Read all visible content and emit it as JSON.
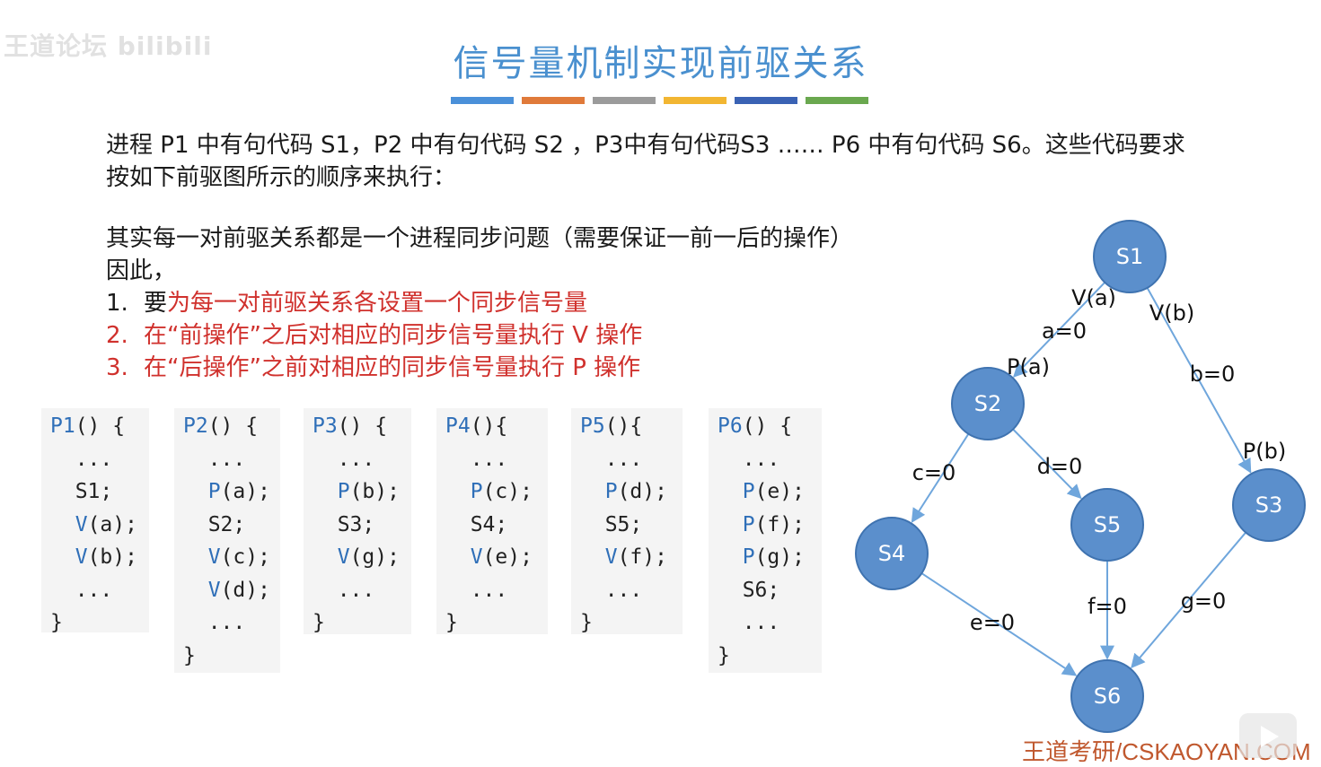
{
  "watermark_tl": "王道论坛 bilibili",
  "title": "信号量机制实现前驱关系",
  "title_bar_colors": [
    "#4a90d9",
    "#e07a3a",
    "#9b9b9b",
    "#f2b632",
    "#3a62b4",
    "#6aa84f"
  ],
  "intro": {
    "line1": "进程 P1 中有句代码 S1，P2 中有句代码 S2 ，P3中有句代码S3 …… P6 中有句代码 S6。这些代码要求",
    "line2": "按如下前驱图所示的顺序来执行："
  },
  "explain": {
    "line1": "其实每一对前驱关系都是一个进程同步问题（需要保证一前一后的操作）",
    "line2": "因此，"
  },
  "steps": [
    {
      "num": "1.",
      "prefix": "要",
      "text": "为每一对前驱关系各设置一个同步信号量"
    },
    {
      "num": "2.",
      "prefix": "",
      "text": "在“前操作”之后对相应的同步信号量执行 V 操作"
    },
    {
      "num": "3.",
      "prefix": "",
      "text": "在“后操作”之前对相应的同步信号量执行 P 操作"
    }
  ],
  "code_blocks": [
    {
      "name": "P1",
      "lines": [
        {
          "text": "P1() {",
          "blue": "P1"
        },
        {
          "text": "  ...",
          "blue": ""
        },
        {
          "text": "  S1;",
          "blue": ""
        },
        {
          "text": "  V(a);",
          "blue": "V"
        },
        {
          "text": "  V(b);",
          "blue": "V"
        },
        {
          "text": "  ...",
          "blue": ""
        },
        {
          "text": "}",
          "blue": ""
        }
      ]
    },
    {
      "name": "P2",
      "lines": [
        {
          "text": "P2() {",
          "blue": "P2"
        },
        {
          "text": "  ...",
          "blue": ""
        },
        {
          "text": "  P(a);",
          "blue": "P"
        },
        {
          "text": "  S2;",
          "blue": ""
        },
        {
          "text": "  V(c);",
          "blue": "V"
        },
        {
          "text": "  V(d);",
          "blue": "V"
        },
        {
          "text": "  ...",
          "blue": ""
        },
        {
          "text": "}",
          "blue": ""
        }
      ]
    },
    {
      "name": "P3",
      "lines": [
        {
          "text": "P3() {",
          "blue": "P3"
        },
        {
          "text": "  ...",
          "blue": ""
        },
        {
          "text": "  P(b);",
          "blue": "P"
        },
        {
          "text": "  S3;",
          "blue": ""
        },
        {
          "text": "  V(g);",
          "blue": "V"
        },
        {
          "text": "  ...",
          "blue": ""
        },
        {
          "text": "}",
          "blue": ""
        }
      ]
    },
    {
      "name": "P4",
      "lines": [
        {
          "text": "P4(){",
          "blue": "P4"
        },
        {
          "text": "  ...",
          "blue": ""
        },
        {
          "text": "  P(c);",
          "blue": "P"
        },
        {
          "text": "  S4;",
          "blue": ""
        },
        {
          "text": "  V(e);",
          "blue": "V"
        },
        {
          "text": "  ...",
          "blue": ""
        },
        {
          "text": "}",
          "blue": ""
        }
      ]
    },
    {
      "name": "P5",
      "lines": [
        {
          "text": "P5(){",
          "blue": "P5"
        },
        {
          "text": "  ...",
          "blue": ""
        },
        {
          "text": "  P(d);",
          "blue": "P"
        },
        {
          "text": "  S5;",
          "blue": ""
        },
        {
          "text": "  V(f);",
          "blue": "V"
        },
        {
          "text": "  ...",
          "blue": ""
        },
        {
          "text": "}",
          "blue": ""
        }
      ]
    },
    {
      "name": "P6",
      "lines": [
        {
          "text": "P6() {",
          "blue": "P6"
        },
        {
          "text": "  ...",
          "blue": ""
        },
        {
          "text": "  P(e);",
          "blue": "P"
        },
        {
          "text": "  P(f);",
          "blue": "P"
        },
        {
          "text": "  P(g);",
          "blue": "P"
        },
        {
          "text": "  S6;",
          "blue": ""
        },
        {
          "text": "  ...",
          "blue": ""
        },
        {
          "text": "}",
          "blue": ""
        }
      ]
    }
  ],
  "graph": {
    "nodes": [
      "S1",
      "S2",
      "S3",
      "S4",
      "S5",
      "S6"
    ],
    "edges": [
      {
        "from": "S1",
        "to": "S2",
        "labels": [
          "V(a)",
          "a=0",
          "P(a)"
        ]
      },
      {
        "from": "S1",
        "to": "S3",
        "labels": [
          "V(b)",
          "b=0",
          "P(b)"
        ]
      },
      {
        "from": "S2",
        "to": "S4",
        "labels": [
          "c=0"
        ]
      },
      {
        "from": "S2",
        "to": "S5",
        "labels": [
          "d=0"
        ]
      },
      {
        "from": "S4",
        "to": "S6",
        "labels": [
          "e=0"
        ]
      },
      {
        "from": "S5",
        "to": "S6",
        "labels": [
          "f=0"
        ]
      },
      {
        "from": "S3",
        "to": "S6",
        "labels": [
          "g=0"
        ]
      }
    ]
  },
  "watermark_br": "王道考研/CSKAOYAN.COM"
}
